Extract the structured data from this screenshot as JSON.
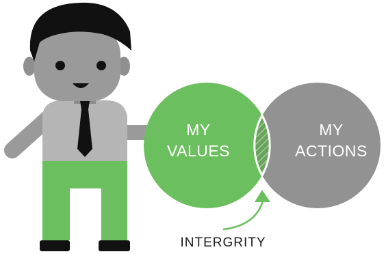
{
  "diagram": {
    "values_circle": {
      "line1": "MY",
      "line2": "VALUES",
      "color": "#6cbf5e"
    },
    "actions_circle": {
      "line1": "MY",
      "line2": "ACTIONS",
      "color": "#929292"
    },
    "overlap_label": "INTERGRITY",
    "character": {
      "skin_color": "#9a9a9a",
      "hair_color": "#111111",
      "shirt_color": "#b5b5b5",
      "pants_color": "#6cbf5e",
      "tie_color": "#111111"
    }
  }
}
